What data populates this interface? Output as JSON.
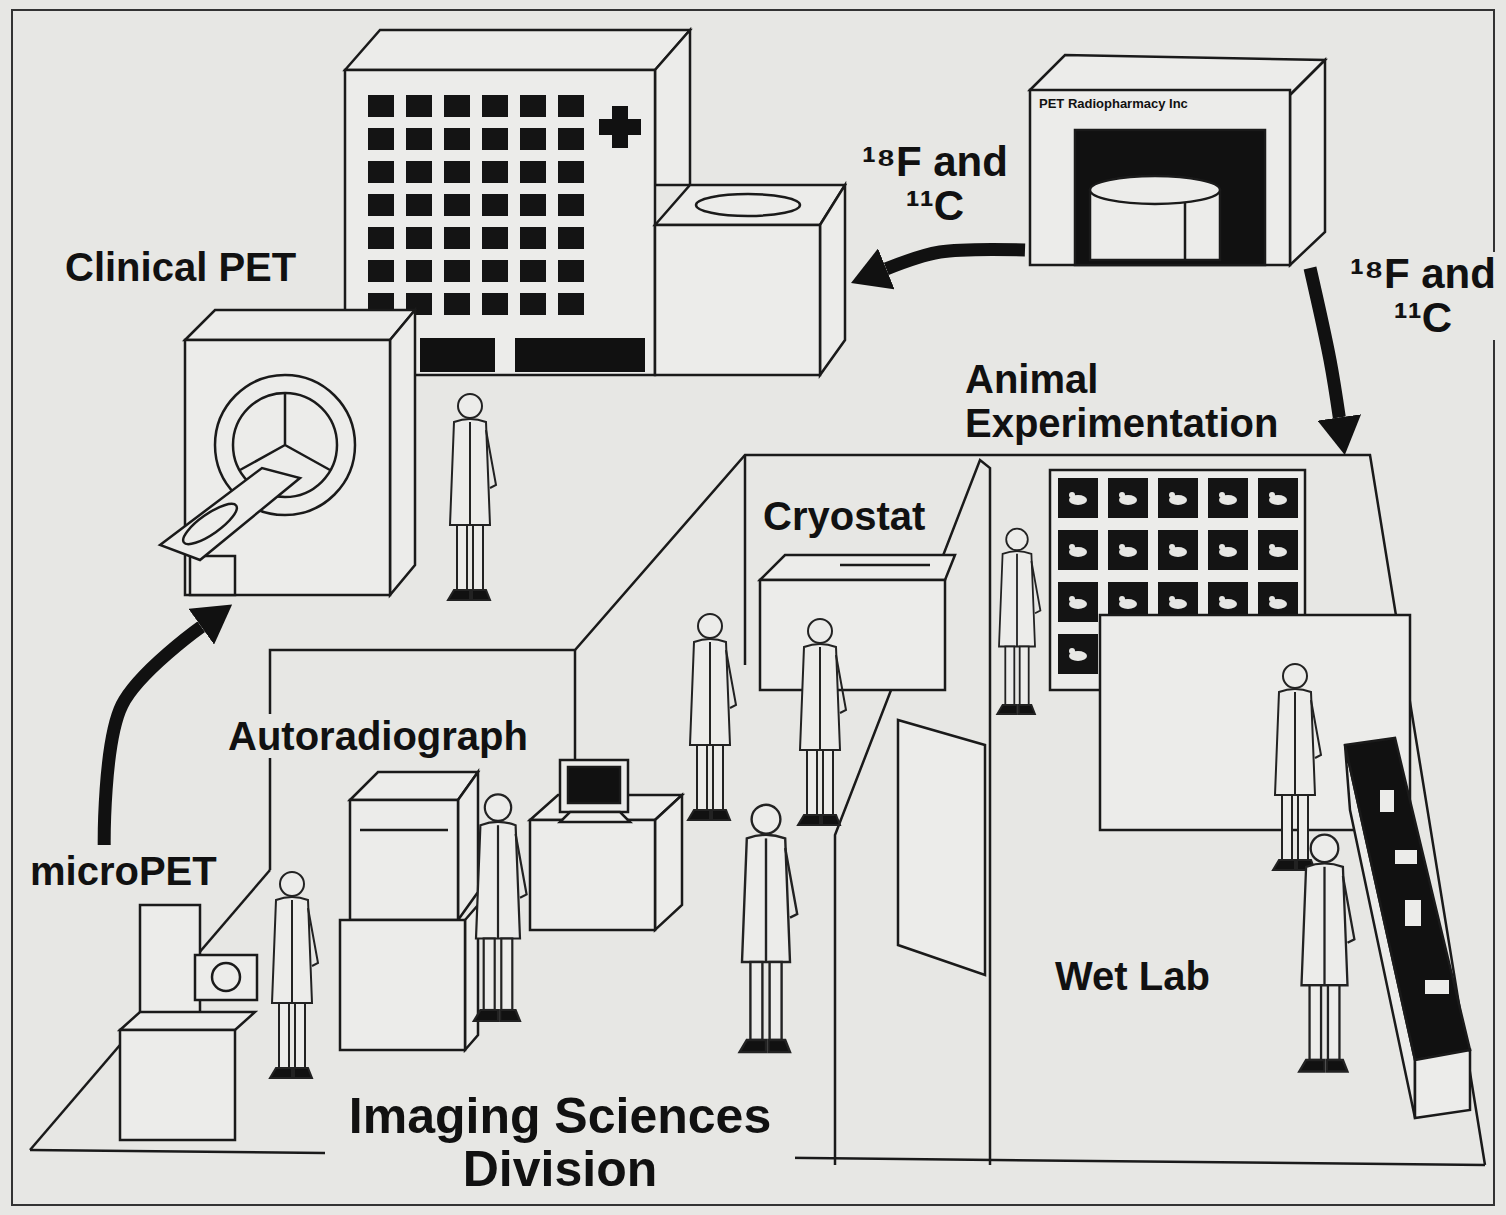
{
  "diagram": {
    "nodes": [
      {
        "text": [
          "Clinical PET"
        ]
      },
      {
        "text": [
          "PET Radiopharmacy Inc"
        ]
      },
      {
        "text": [
          "Animal Experimentation"
        ]
      },
      {
        "text": [
          "Cryostat"
        ]
      },
      {
        "text": [
          "Autoradiograph"
        ]
      },
      {
        "text": [
          "microPET"
        ]
      },
      {
        "text": [
          "Wet Lab"
        ]
      }
    ],
    "edges": [
      {
        "from": 1,
        "to": 0,
        "label": "¹⁸F and ¹¹C",
        "arrow": "to"
      },
      {
        "from": 1,
        "to": 2,
        "label": "¹⁸F and ¹¹C",
        "arrow": "to"
      },
      {
        "from": 5,
        "to": 0,
        "arrow": "to"
      }
    ],
    "labels": [
      "Imaging Sciences Division"
    ]
  }
}
